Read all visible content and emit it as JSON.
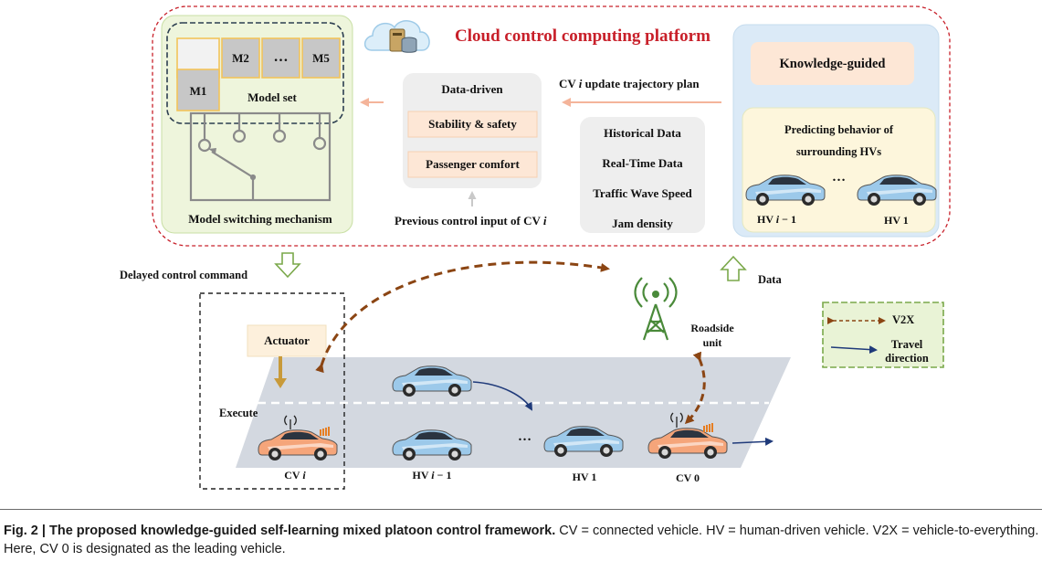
{
  "platform": {
    "title": "Cloud control computing platform",
    "model_set": {
      "label": "Model set",
      "models": [
        "M1",
        "M2",
        "…",
        "M5"
      ]
    },
    "switching_label": "Model switching mechanism",
    "objectives": {
      "title": "Data-driven",
      "items": [
        "Stability & safety",
        "Passenger comfort"
      ]
    },
    "update_label_prefix": "CV ",
    "update_label_var": "i",
    "update_label_suffix": " update trajectory plan",
    "prev_input_prefix": "Previous control input of CV ",
    "prev_input_var": "i",
    "data_items": [
      "Historical Data",
      "Real-Time Data",
      "Traffic Wave Speed",
      "Jam density"
    ],
    "knowledge": {
      "title": "Knowledge-guided",
      "predict_line1": "Predicting behavior of",
      "predict_line2": "surrounding HVs",
      "ellipsis": "…",
      "hv_left_prefix": "HV ",
      "hv_left_var": "i",
      "hv_left_suffix": " − 1",
      "hv_right": "HV 1"
    }
  },
  "road": {
    "delayed_command": "Delayed control command",
    "data_label": "Data",
    "actuator": "Actuator",
    "execute": "Execute",
    "roadside_line1": "Roadside",
    "roadside_line2": "unit",
    "ellipsis": "…",
    "vehicles": {
      "cv_i_prefix": "CV ",
      "cv_i_var": "i",
      "hv_i1_prefix": "HV ",
      "hv_i1_var": "i",
      "hv_i1_suffix": " − 1",
      "hv1": "HV 1",
      "cv0": "CV 0"
    }
  },
  "legend": {
    "v2x": "V2X",
    "travel_line1": "Travel",
    "travel_line2": "direction"
  },
  "caption": {
    "bold": "Fig. 2 | The proposed knowledge-guided self-learning mixed platoon control framework.",
    "text": " CV = connected vehicle. HV = human-driven vehicle. V2X = vehicle-to-everything. Here, CV 0 is designated as the leading vehicle."
  },
  "colors": {
    "platform_border": "#c8202a",
    "title": "#c8202a",
    "green_panel": "#eef5dc",
    "blue_panel": "#dbeaf7",
    "cream_box": "#fdf6dc",
    "peach_box": "#fde7d6",
    "v2x_arrow": "#8b4513",
    "travel_arrow": "#1f3a7a",
    "road": "#d3d8e0",
    "cv_orange": "#f5a57a",
    "hv_blue": "#9cc9ea"
  }
}
